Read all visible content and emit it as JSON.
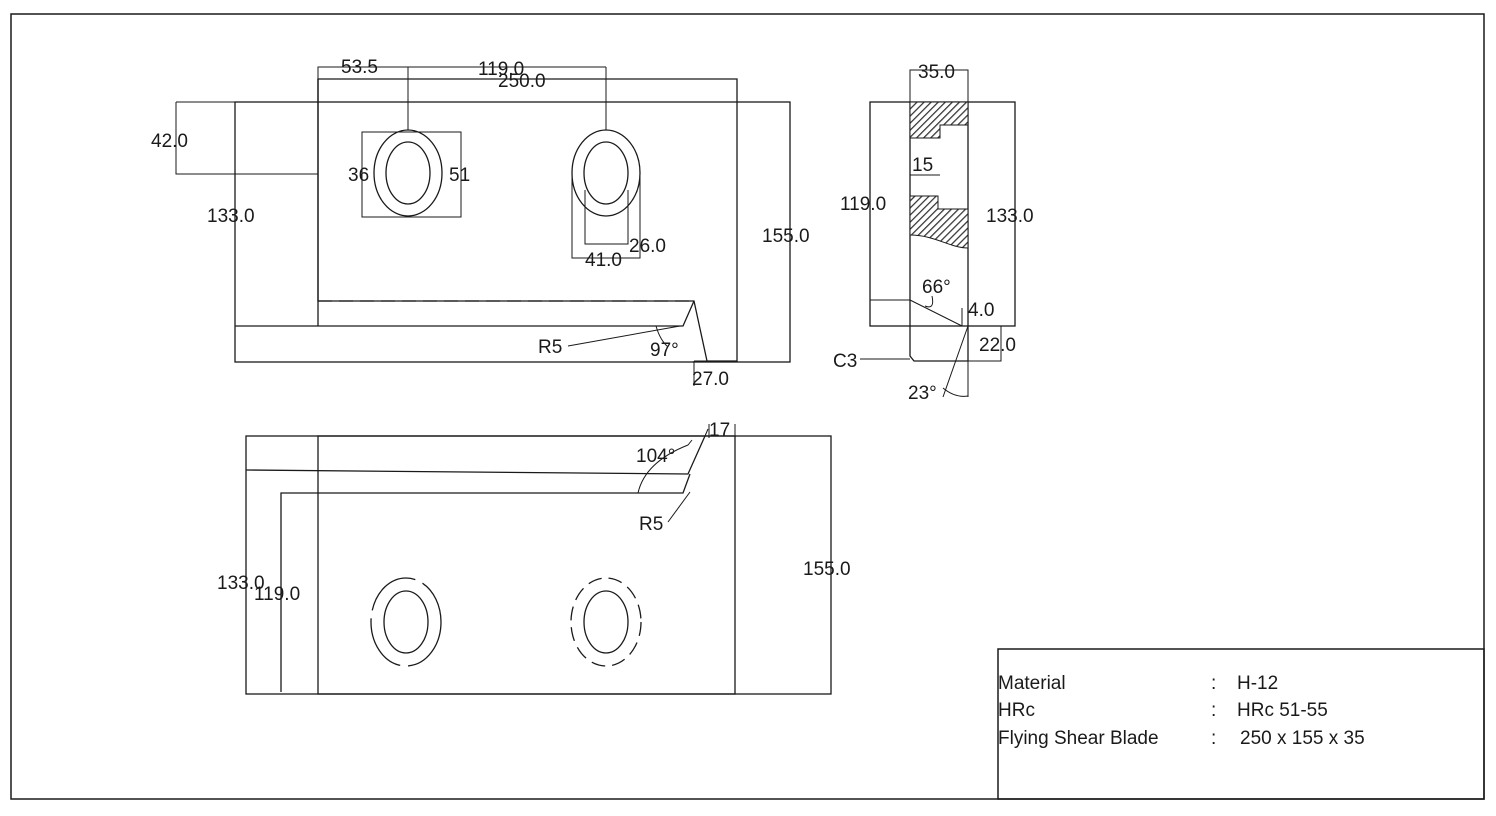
{
  "front_view": {
    "dims": {
      "d53_5": "53.5",
      "d119_top": "119.0",
      "d250": "250.0",
      "d42": "42.0",
      "d133": "133.0",
      "d155": "155.0",
      "d36": "36",
      "d51": "51",
      "d41": "41.0",
      "d26": "26.0",
      "r5": "R5",
      "a97": "97°",
      "d27": "27.0"
    }
  },
  "side_view": {
    "dims": {
      "d35": "35.0",
      "d15": "15",
      "d119": "119.0",
      "d133": "133.0",
      "a66": "66°",
      "d4": "4.0",
      "d22": "22.0",
      "c3": "C3",
      "a23": "23°"
    }
  },
  "bottom_view": {
    "dims": {
      "d17": "17",
      "a104": "104°",
      "r5": "R5",
      "d133": "133.0",
      "d119": "119.0",
      "d155": "155.0"
    }
  },
  "title_block": {
    "rows": [
      {
        "label": "Material",
        "sep": ":",
        "value": "H-12"
      },
      {
        "label": "HRc",
        "sep": ":",
        "value": "HRc 51-55"
      },
      {
        "label": "Flying Shear Blade",
        "sep": ":",
        "value": "250 x 155 x 35"
      }
    ]
  }
}
